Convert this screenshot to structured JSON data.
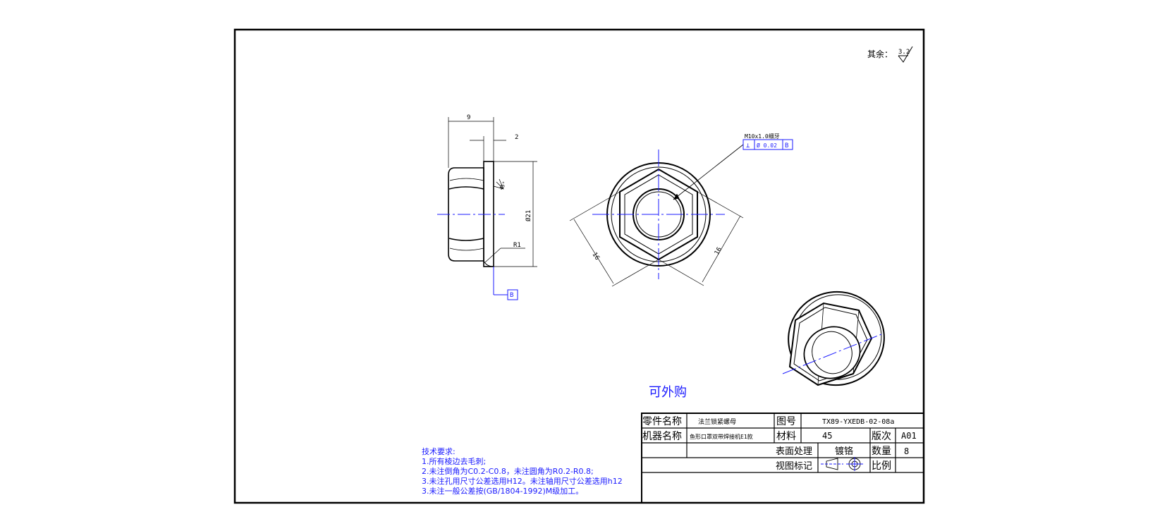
{
  "surface_roughness": {
    "label": "其余：",
    "value": "3.2"
  },
  "dimensions": {
    "width_total": "9",
    "flange_thickness": "2",
    "flange_diameter": "Ø21",
    "fillet_radius": "R1",
    "chamfer_angle": "45°",
    "across_flats_left": "16",
    "across_flats_right": "16",
    "datum": "B"
  },
  "thread_callout": {
    "thread": "M10x1.0细牙",
    "symbol": "⊥",
    "tolerance": "Ø 0.02",
    "datum": "B"
  },
  "purchase_note": "可外购",
  "technical_requirements": {
    "title": "技术要求:",
    "items": [
      "1.所有棱边去毛刺;",
      "2.未注倒角为C0.2-C0.8，未注圆角为R0.2-R0.8;",
      "3.未注孔用尺寸公差选用H12。未注轴用尺寸公差选用h12",
      "3.未注一般公差按(GB/1804-1992)M级加工。"
    ]
  },
  "title_block": {
    "part_name_label": "零件名称",
    "part_name": "法兰锁紧螺母",
    "drawing_no_label": "图号",
    "drawing_no": "TX89-YXEDB-02-08a",
    "machine_name_label": "机器名称",
    "machine_name": "鱼形口罩双带焊接机E1款",
    "material_label": "材料",
    "material": "45",
    "revision_label": "版次",
    "revision": "A01",
    "surface_treatment_label": "表面处理",
    "surface_treatment": "镀铬",
    "quantity_label": "数量",
    "quantity": "8",
    "view_mark_label": "视图标记",
    "scale_label": "比例",
    "scale": ""
  },
  "colors": {
    "line": "#000000",
    "annotation": "#1a1aff"
  }
}
